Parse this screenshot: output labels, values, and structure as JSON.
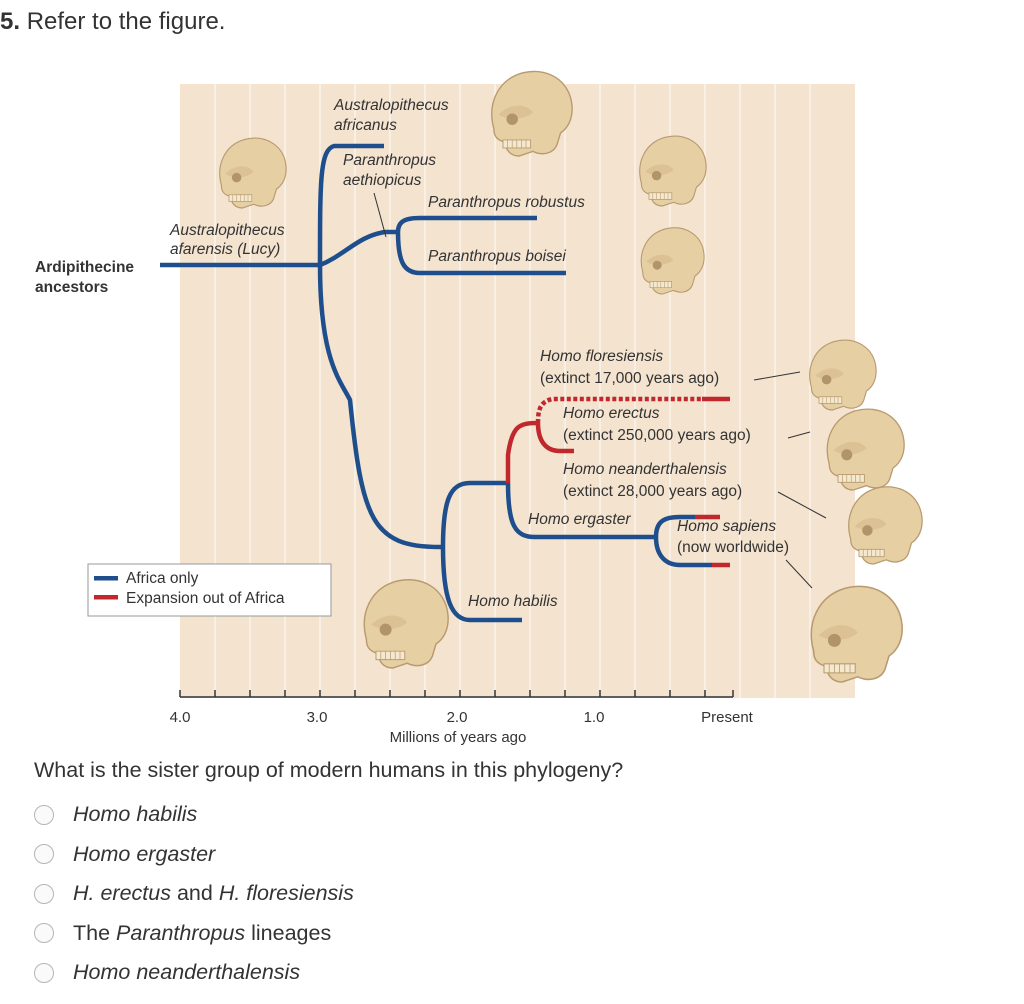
{
  "question": {
    "number": "5.",
    "prompt": "Refer to the figure.",
    "text": "What is the sister group of modern humans in this phylogeny?"
  },
  "figure": {
    "root_label": [
      "Ardipithecine",
      "ancestors"
    ],
    "taxa": {
      "afarensis": [
        "Australopithecus",
        "afarensis (Lucy)"
      ],
      "africanus": [
        "Australopithecus",
        "africanus"
      ],
      "aethiopicus": [
        "Paranthropus",
        "aethiopicus"
      ],
      "robustus": "Paranthropus robustus",
      "boisei": "Paranthropus boisei",
      "floresiensis": [
        "Homo floresiensis",
        "(extinct 17,000 years ago)"
      ],
      "erectus": [
        "Homo erectus",
        "(extinct 250,000 years ago)"
      ],
      "neanderthalensis": [
        "Homo neanderthalensis",
        "(extinct 28,000 years ago)"
      ],
      "ergaster": "Homo ergaster",
      "sapiens": [
        "Homo sapiens",
        "(now worldwide)"
      ],
      "habilis": "Homo habilis"
    },
    "legend": {
      "africa_only": "Africa only",
      "expansion": "Expansion out of Africa",
      "africa_color": "#1f4e8c",
      "expansion_color": "#c0282d"
    },
    "axis": {
      "label": "Millions of years ago",
      "ticks": [
        "4.0",
        "3.0",
        "2.0",
        "1.0",
        "Present"
      ]
    },
    "background_color": "#f3e3cf"
  },
  "options": [
    {
      "parts": [
        {
          "text": "Homo habilis",
          "italic": true
        }
      ]
    },
    {
      "parts": [
        {
          "text": "Homo ergaster",
          "italic": true
        }
      ]
    },
    {
      "parts": [
        {
          "text": "H. erectus",
          "italic": true
        },
        {
          "text": " and ",
          "italic": false
        },
        {
          "text": "H. floresiensis",
          "italic": true
        }
      ]
    },
    {
      "parts": [
        {
          "text": "The ",
          "italic": false
        },
        {
          "text": "Paranthropus",
          "italic": true
        },
        {
          "text": " lineages",
          "italic": false
        }
      ]
    },
    {
      "parts": [
        {
          "text": "Homo neanderthalensis",
          "italic": true
        }
      ]
    }
  ]
}
